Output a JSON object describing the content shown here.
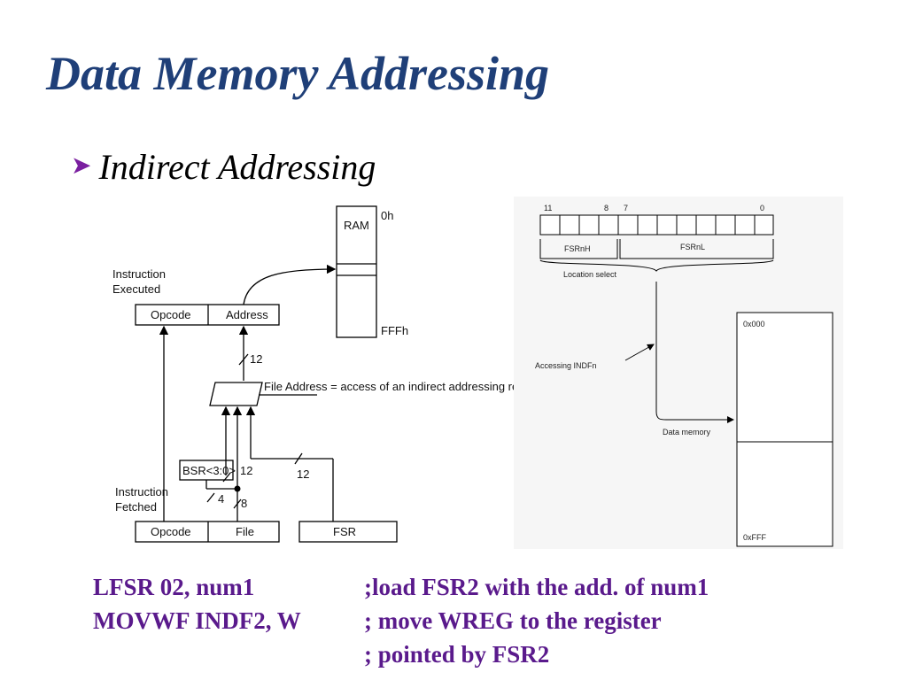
{
  "slide": {
    "title": "Data Memory Addressing",
    "bullet": "Indirect Addressing"
  },
  "left_diagram": {
    "ram_label": "RAM",
    "ram_top": "0h",
    "ram_bottom": "FFFh",
    "instr_executed_1": "Instruction",
    "instr_executed_2": "Executed",
    "opcode_top": "Opcode",
    "address_top": "Address",
    "bus_12_a": "12",
    "file_address_label": "File Address = access of an indirect addressing register",
    "bsr_label": "BSR<3:0>",
    "bus_12_b": "12",
    "bus_12_c": "12",
    "bus_4": "4",
    "bus_8": "8",
    "instr_fetched_1": "Instruction",
    "instr_fetched_2": "Fetched",
    "opcode_bottom": "Opcode",
    "file_bottom": "File",
    "fsr_label": "FSR"
  },
  "right_diagram": {
    "bit_11": "11",
    "bit_8": "8",
    "bit_7": "7",
    "bit_0": "0",
    "fsrnh": "FSRnH",
    "fsrnl": "FSRnL",
    "location_select": "Location select",
    "accessing": "Accessing INDFn",
    "addr_start": "0x000",
    "data_memory": "Data memory",
    "addr_end": "0xFFF"
  },
  "code": {
    "line1_instr": "LFSR  02, num1",
    "line1_comment": ";load FSR2 with the add. of num1",
    "line2_instr": "MOVWF INDF2, W",
    "line2_comment": "; move WREG to the register",
    "line3_comment": "; pointed by FSR2"
  }
}
